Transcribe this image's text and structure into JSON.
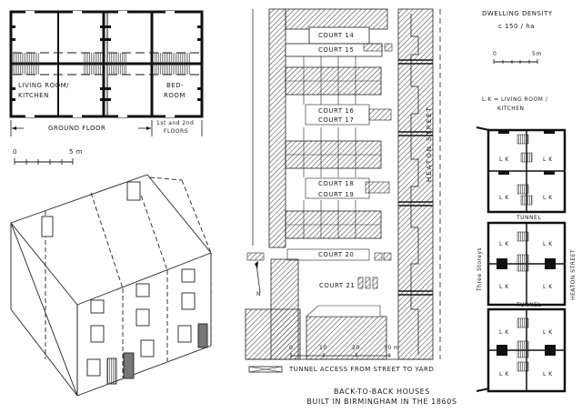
{
  "floor_plan": {
    "rooms": [
      "LIVING ROOM/",
      "KITCHEN",
      "BED-",
      "ROOM"
    ],
    "ground_floor_label": "GROUND FLOOR",
    "upper_floors_label_1": "1st and 2nd",
    "upper_floors_label_2": "FLOORS",
    "scale_zero": "0",
    "scale_end": "5 m"
  },
  "site_plan": {
    "courts": [
      "COURT 14",
      "COURT 15",
      "COURT 16",
      "COURT 17",
      "COURT 18",
      "COURT 19",
      "COURT 20",
      "COURT 21"
    ],
    "street_label": "HEATON STREET",
    "north_label": "N",
    "scale_ticks": [
      "0",
      "10",
      "20",
      "30 m"
    ],
    "legend_text": "TUNNEL ACCESS FROM STREET TO YARD"
  },
  "right_panel": {
    "density_title": "DWELLING DENSITY",
    "density_value": "c 150 / ha",
    "scale_zero": "0",
    "scale_end": "5m",
    "lk_legend_1": "L.K = LIVING ROOM /",
    "lk_legend_2": "KITCHEN",
    "lk_label": "L K",
    "tunnel_label": "TUNNEL",
    "storeys_label": "Three Storeys",
    "street_label": "HEATON STREET"
  },
  "caption": {
    "line1": "BACK-TO-BACK HOUSES",
    "line2": "BUILT IN BIRMINGHAM IN THE 1860s"
  }
}
